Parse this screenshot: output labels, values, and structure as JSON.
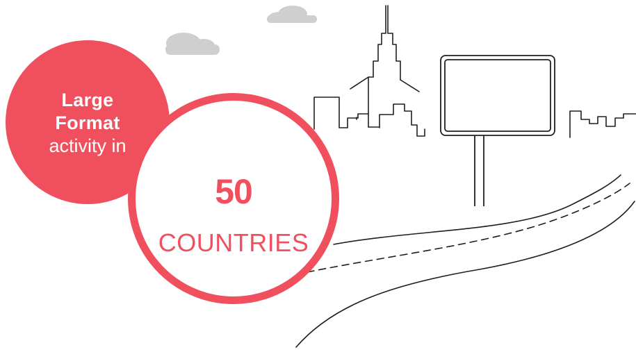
{
  "badge": {
    "line1": "Large",
    "line2": "Format",
    "line3": "activity in"
  },
  "stat": {
    "number": "50",
    "label": "COUNTRIES"
  },
  "colors": {
    "accent": "#f0505e",
    "line_art": "#1e1e1e",
    "cloud": "#cfcfcf"
  },
  "icons": [
    "cloud-icon",
    "skyscraper-icon",
    "billboard-icon",
    "road-icon"
  ]
}
